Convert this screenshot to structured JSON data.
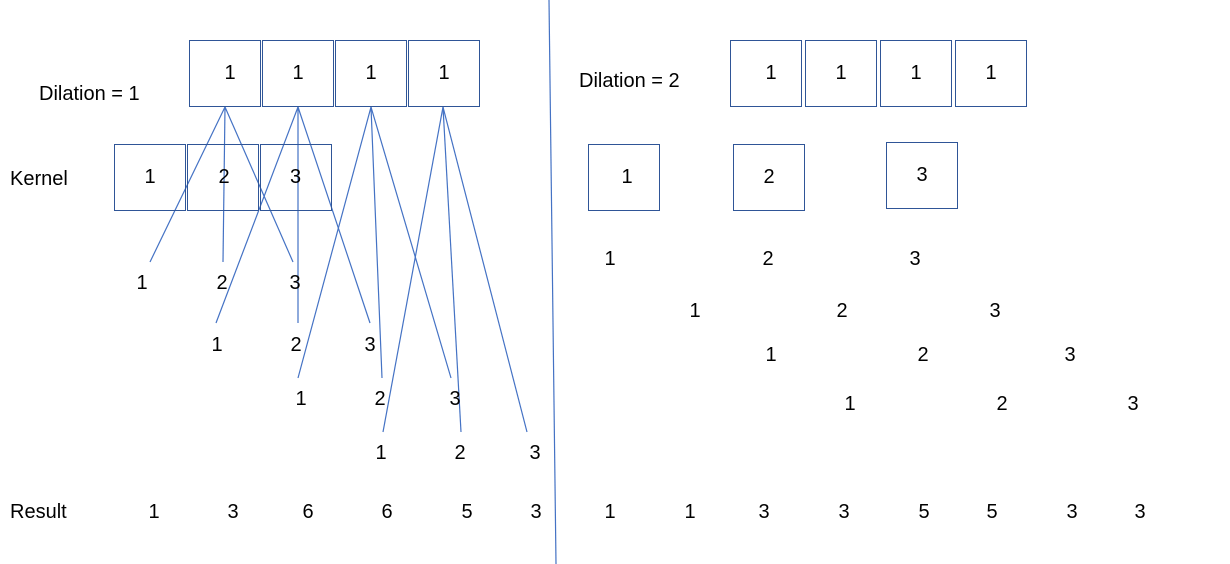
{
  "left": {
    "title": "Dilation = 1",
    "kernel_label": "Kernel",
    "result_label": "Result",
    "input": [
      "1",
      "1",
      "1",
      "1"
    ],
    "kernel": [
      "1",
      "2",
      "3"
    ],
    "rows": [
      [
        "1",
        "2",
        "3"
      ],
      [
        "1",
        "2",
        "3"
      ],
      [
        "1",
        "2",
        "3"
      ],
      [
        "1",
        "2",
        "3"
      ]
    ],
    "result": [
      "1",
      "3",
      "6",
      "6",
      "5",
      "3"
    ]
  },
  "right": {
    "title": "Dilation = 2",
    "input": [
      "1",
      "1",
      "1",
      "1"
    ],
    "kernel": [
      "1",
      "2",
      "3"
    ],
    "rows": [
      [
        "1",
        "2",
        "3"
      ],
      [
        "1",
        "2",
        "3"
      ],
      [
        "1",
        "2",
        "3"
      ],
      [
        "1",
        "2",
        "3"
      ]
    ],
    "result": [
      "1",
      "1",
      "3",
      "3",
      "5",
      "5",
      "3",
      "3"
    ]
  },
  "colors": {
    "line": "#4472C4",
    "box_border": "#2F5597",
    "text": "#000000"
  }
}
